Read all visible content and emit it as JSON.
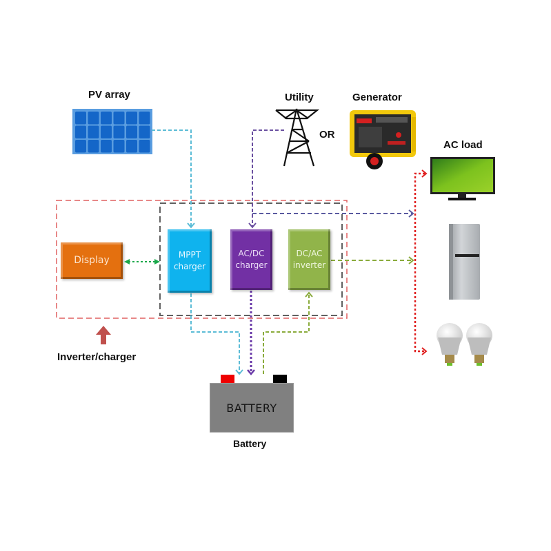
{
  "labels": {
    "pv_array": "PV array",
    "utility": "Utility",
    "or": "OR",
    "generator": "Generator",
    "ac_load": "AC load",
    "inverter_charger": "Inverter/charger",
    "battery_caption": "Battery"
  },
  "blocks": {
    "display": {
      "lines": [
        "Display"
      ]
    },
    "mppt": {
      "lines": [
        "MPPT",
        "charger"
      ]
    },
    "acdc": {
      "lines": [
        "AC/DC",
        "charger"
      ]
    },
    "dcac": {
      "lines": [
        "DC/AC",
        "inverter"
      ]
    },
    "battery": {
      "text": "BATTERY"
    }
  },
  "colors": {
    "pv_line": "#5bbcd6",
    "utility_line": "#6a4fa0",
    "ac_out_line": "#5a5aa0",
    "inverter_line": "#8aab3c",
    "display_link": "#1aa84a",
    "load_bus": "#e02020",
    "inverter_charger_border": "#e06060",
    "internal_border": "#606060",
    "arrow_up": "#c0504d"
  },
  "icons": [
    "solar-panel-icon",
    "transmission-tower-icon",
    "generator-icon",
    "tv-icon",
    "refrigerator-icon",
    "light-bulb-icon"
  ]
}
